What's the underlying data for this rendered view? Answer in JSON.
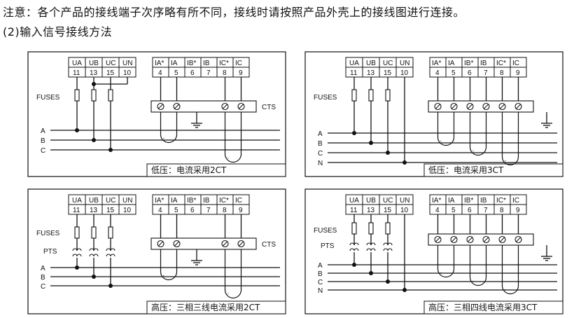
{
  "header": {
    "note": "注意：各个产品的接线端子次序略有所不同，接线时请按照产品外壳上的接线图进行连接。",
    "subtitle": "(2)输入信号接线方法"
  },
  "voltage_terminals": {
    "names": [
      "UA",
      "UB",
      "UC",
      "UN"
    ],
    "numbers": [
      "11",
      "13",
      "15",
      "10"
    ]
  },
  "current_terminals": {
    "names": [
      "IA*",
      "IA",
      "IB*",
      "IB",
      "IC*",
      "IC"
    ],
    "numbers": [
      "4",
      "5",
      "6",
      "7",
      "8",
      "9"
    ]
  },
  "labels": {
    "fuses": "FUSES",
    "cts": "CTS",
    "pts": "PTS",
    "line_a": "A",
    "line_b": "B",
    "line_c": "C",
    "line_n": "N"
  },
  "panels": [
    {
      "id": "tl",
      "caption": "低压：电流采用2CT"
    },
    {
      "id": "tr",
      "caption": "低压：电流采用3CT"
    },
    {
      "id": "bl",
      "caption": "高压：三相三线电流采用2CT"
    },
    {
      "id": "br",
      "caption": "高压：三相四线电流采用3CT"
    }
  ]
}
